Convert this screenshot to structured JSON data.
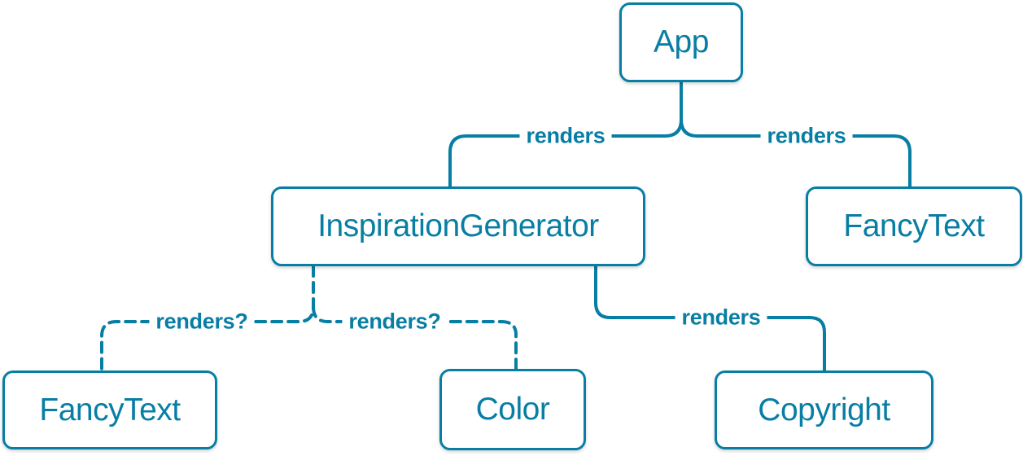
{
  "diagram": {
    "type": "component-render-tree",
    "accent_color": "#087ea4",
    "background_color": "#ffffff",
    "nodes": [
      {
        "id": "app",
        "label": "App"
      },
      {
        "id": "inspiration-generator",
        "label": "InspirationGenerator"
      },
      {
        "id": "fancy-text-top",
        "label": "FancyText"
      },
      {
        "id": "fancy-text-bottom",
        "label": "FancyText"
      },
      {
        "id": "color",
        "label": "Color"
      },
      {
        "id": "copyright",
        "label": "Copyright"
      }
    ],
    "edges": [
      {
        "from": "App",
        "to": "InspirationGenerator",
        "label": "renders",
        "style": "solid"
      },
      {
        "from": "App",
        "to": "FancyText",
        "label": "renders",
        "style": "solid"
      },
      {
        "from": "InspirationGenerator",
        "to": "FancyText",
        "label": "renders?",
        "style": "dashed"
      },
      {
        "from": "InspirationGenerator",
        "to": "Color",
        "label": "renders?",
        "style": "dashed"
      },
      {
        "from": "InspirationGenerator",
        "to": "Copyright",
        "label": "renders",
        "style": "solid"
      }
    ]
  }
}
